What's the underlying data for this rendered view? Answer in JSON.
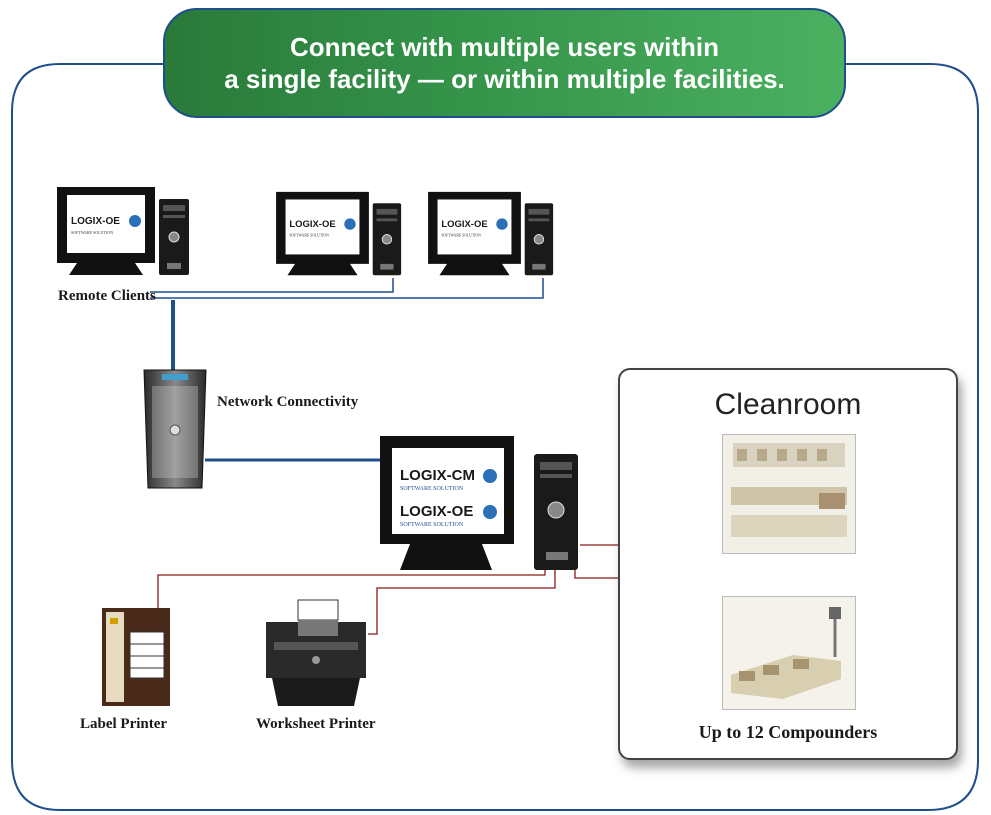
{
  "banner": {
    "line1": "Connect with multiple users within",
    "line2": "a single facility — or within multiple facilities."
  },
  "labels": {
    "remote_clients": "Remote Clients",
    "network_connectivity": "Network Connectivity",
    "label_printer": "Label Printer",
    "worksheet_printer": "Worksheet Printer"
  },
  "cleanroom": {
    "title": "Cleanroom",
    "compounders": "Up to 12 Compounders"
  },
  "logos": {
    "logix_oe": "LOGIX-OE",
    "logix_cm": "LOGIX-CM",
    "software_solution": "SOFTWARE SOLUTION"
  },
  "colors": {
    "banner_green": "#35944a",
    "network_blue": "#1f4e8c",
    "link_red": "#8b1a1a"
  }
}
